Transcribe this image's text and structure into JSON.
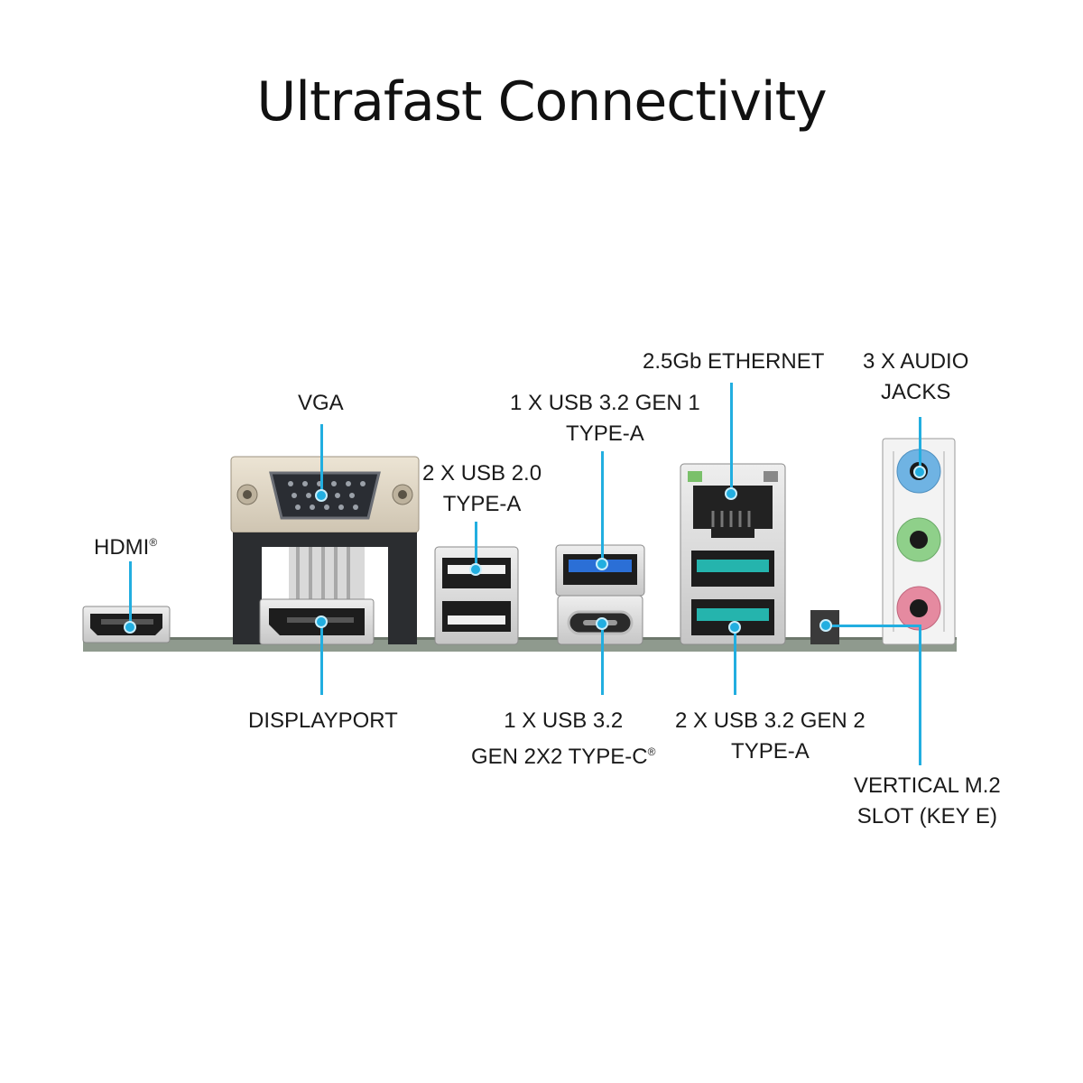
{
  "title": "Ultrafast Connectivity",
  "labels": {
    "hdmi": "HDMI",
    "hdmi_mark": "®",
    "vga": "VGA",
    "displayport": "DISPLAYPORT",
    "usb20_line1": "2 X USB 2.0",
    "usb20_line2": "TYPE-A",
    "usb32g1_line1": "1 X USB 3.2 GEN 1",
    "usb32g1_line2": "TYPE-A",
    "usbc_line1": "1 X USB 3.2",
    "usbc_line2": "GEN 2X2 TYPE-C",
    "usbc_mark": "®",
    "ethernet": "2.5Gb ETHERNET",
    "audio_line1": "3 X AUDIO",
    "audio_line2": "JACKS",
    "usb32g2_line1": "2 X USB 3.2 GEN 2",
    "usb32g2_line2": "TYPE-A",
    "m2_line1": "VERTICAL M.2",
    "m2_line2": "SLOT (KEY E)"
  },
  "colors": {
    "leader": "#22aee0",
    "usb3_blue": "#2b6fd6",
    "usb_teal": "#25b4ad",
    "audio_blue": "#6fb3e3",
    "audio_green": "#8fd08a",
    "audio_pink": "#e58aa0",
    "pcb": "#8f9a8e"
  }
}
